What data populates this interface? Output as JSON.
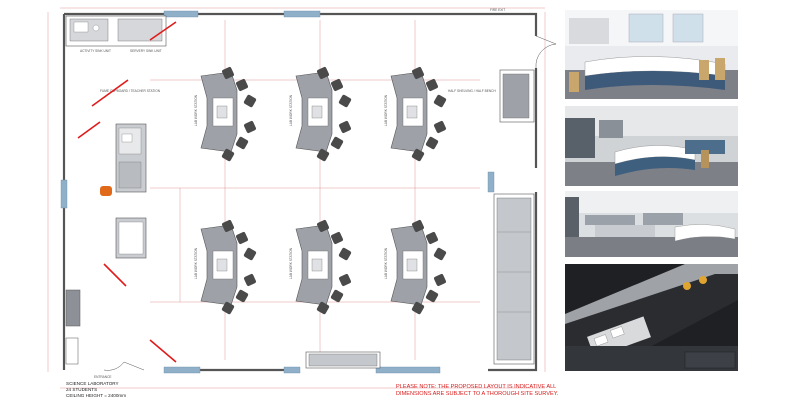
{
  "plan": {
    "fire_exit_label": "FIRE EXIT",
    "entrance_label": "ENTRANCE",
    "caption_lines": [
      "SCIENCE LABORATORY",
      "24 STUDENTS",
      "CEILING HEIGHT = 2400mm"
    ],
    "disclaimer_lines": [
      "PLEASE NOTE: THE PROPOSED LAYOUT IS INDICATIVE ALL",
      "DIMENSIONS ARE SUBJECT TO A THOROUGH SITE SURVEY."
    ],
    "sink_label_left": "ACTIVITY SINK UNIT",
    "sink_label_right": "SERVERY SINK UNIT",
    "teacher_label": "FUME CUPBOARD / TEACHER STATION",
    "bench_label": "HALF SHELVING / HALF BENCH",
    "workstation_label": "LAB WORK STATION"
  },
  "photos": [
    {
      "name": "lab-photo-1",
      "alt": "Laboratory with curved worktops"
    },
    {
      "name": "lab-photo-2",
      "alt": "Laboratory with island benches"
    },
    {
      "name": "lab-photo-3",
      "alt": "Laboratory overview"
    },
    {
      "name": "lab-photo-4",
      "alt": "Worktop with electrical sockets and gas taps"
    }
  ],
  "colors": {
    "wall": "#555555",
    "dimension_line": "#d05a5a",
    "bench": "#9ea2a8",
    "chair": "#4a4a4a",
    "accent_red": "#e01b1b",
    "window": "#8fb0c8",
    "stool": "#e06a1a"
  }
}
